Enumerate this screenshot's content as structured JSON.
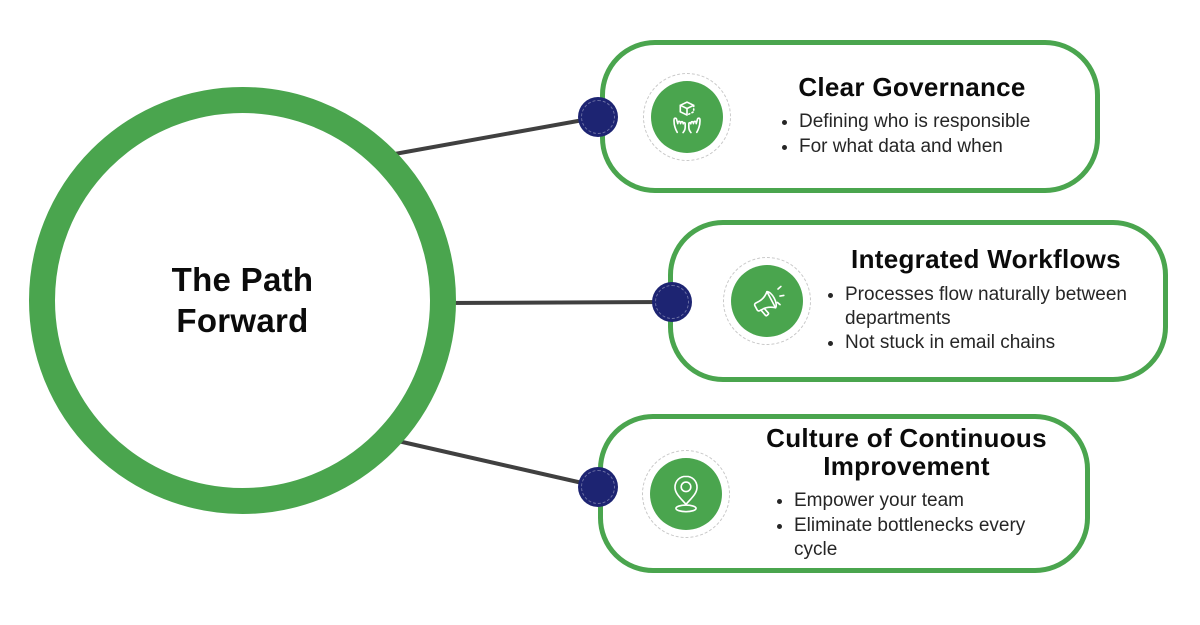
{
  "center": {
    "title": "The Path Forward"
  },
  "cards": [
    {
      "title": "Clear Governance",
      "icon": "hands-holding-box",
      "bullets": [
        "Defining who is responsible",
        "For what data and when"
      ]
    },
    {
      "title": "Integrated Workflows",
      "icon": "megaphone",
      "bullets": [
        "Processes flow naturally between departments",
        "Not stuck in email chains"
      ]
    },
    {
      "title": "Culture of Continuous Improvement",
      "icon": "location-pin",
      "bullets": [
        "Empower your team",
        "Eliminate bottlenecks every cycle"
      ]
    }
  ],
  "colors": {
    "accent_green": "#4aa54e",
    "dot_navy": "#1d2472",
    "connector_gray": "#404040",
    "title_black": "#0b0b0b",
    "body_text": "#262626",
    "badge_dash": "#c8c8c8",
    "background": "#ffffff"
  }
}
